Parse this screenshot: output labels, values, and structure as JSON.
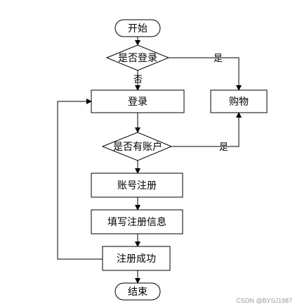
{
  "flowchart": {
    "nodes": {
      "start": "开始",
      "logged_in_decision": "是否登录",
      "login": "登录",
      "shopping": "购物",
      "has_account_decision": "是否有账户",
      "account_register": "账号注册",
      "fill_register_info": "填写注册信息",
      "register_success": "注册成功",
      "end": "结束"
    },
    "edge_labels": {
      "logged_in_yes": "是",
      "logged_in_no": "否",
      "has_account_yes": "是"
    }
  },
  "watermark": "CSDN @BYSJ1987"
}
